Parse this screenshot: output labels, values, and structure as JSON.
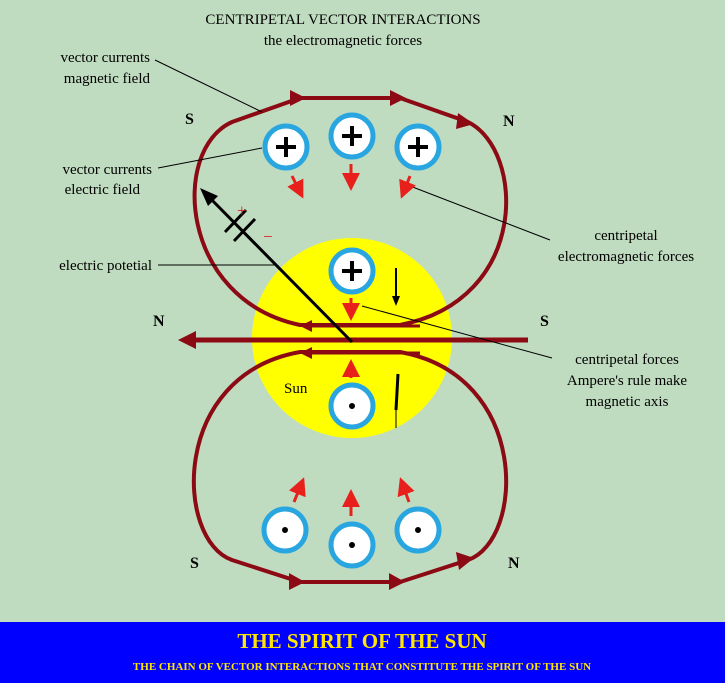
{
  "title_line1": "CENTRIPETAL VECTOR INTERACTIONS",
  "title_line2": "the electromagnetic forces",
  "labels": {
    "vector_currents_magnetic_1": "vector currents",
    "vector_currents_magnetic_2": "magnetic field",
    "vector_currents_electric_1": "vector currents",
    "vector_currents_electric_2": "electric field",
    "electric_potential": "electric potetial",
    "centripetal_em_1": "centripetal",
    "centripetal_em_2": "electromagnetic forces",
    "centripetal_forces_1": "centripetal forces",
    "centripetal_forces_2": "Ampere's rule make",
    "centripetal_forces_3": "magnetic axis",
    "sun": "Sun"
  },
  "poles": {
    "top_left": "S",
    "top_right": "N",
    "axis_left": "N",
    "axis_right": "S",
    "bottom_left": "S",
    "bottom_right": "N"
  },
  "battery": {
    "plus": "+",
    "minus": "−"
  },
  "banner": {
    "title": "THE SPIRIT OF THE SUN",
    "subtitle": "THE CHAIN OF VECTOR INTERACTIONS THAT CONSTITUTE THE SPIRIT OF THE SUN"
  },
  "colors": {
    "background": "#c0dcc0",
    "field_line": "#8b0a14",
    "sun": "#ffff00",
    "charge_ring": "#29a6e0",
    "force_arrow": "#e8201c",
    "banner": "#0000ff",
    "banner_text": "#ffe600"
  }
}
